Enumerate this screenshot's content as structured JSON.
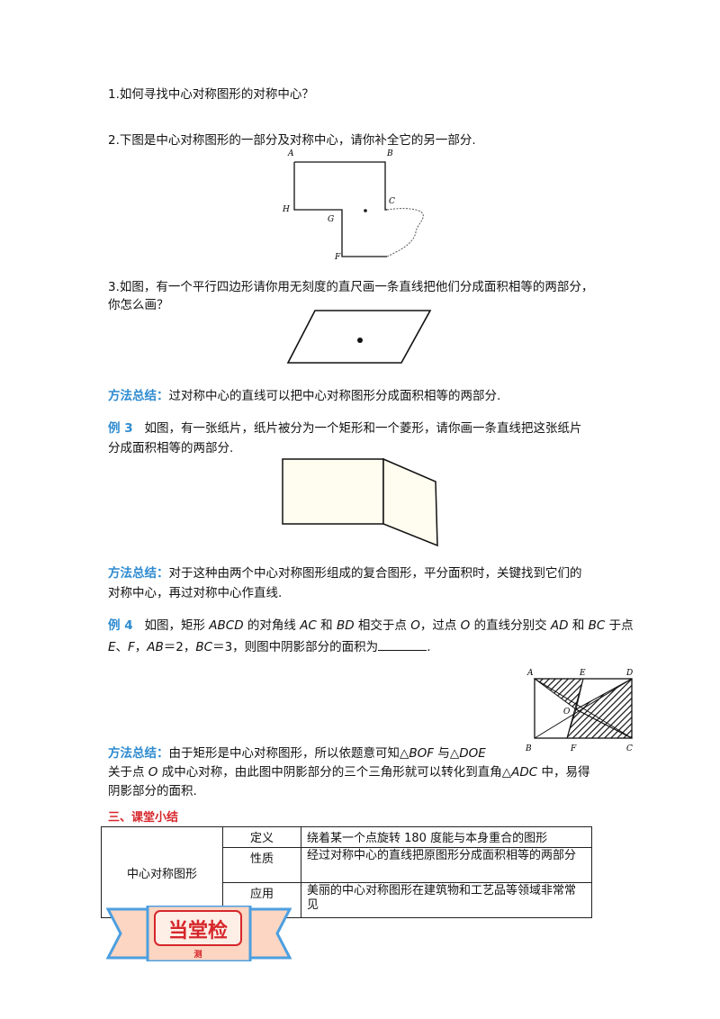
{
  "q1": "1.如何寻找中心对称图形的对称中心？",
  "q2": "2.下图是中心对称图形的一部分及对称中心，请你补全它的另一部分.",
  "fig1": {
    "A": "A",
    "B": "B",
    "C": "C",
    "H": "H",
    "G": "G",
    "F": "F"
  },
  "q3_line1": "3.如图，有一个平行四边形请你用无刻度的直尺画一条直线把他们分成面积相等的两部分，",
  "q3_line2": "你怎么画？",
  "method1": {
    "label": "方法总结：",
    "text": "过对称中心的直线可以把中心对称图形分成面积相等的两部分."
  },
  "ex3": {
    "label": "例 3",
    "line1": "如图，有一张纸片，纸片被分为一个矩形和一个菱形，请你画一条直线把这张纸片",
    "line2": "分成面积相等的两部分."
  },
  "method2": {
    "label": "方法总结：",
    "line1": "对于这种由两个中心对称图形组成的复合图形，平分面积时，关键找到它们的",
    "line2": "对称中心，再过对称中心作直线."
  },
  "ex4": {
    "label": "例 4",
    "p1": "如图，矩形 ",
    "abcd": "ABCD",
    "p2": " 的对角线 ",
    "ac": "AC",
    "p3": " 和 ",
    "bd": "BD",
    "p4": " 相交于点 ",
    "o": "O",
    "p5": "，过点 ",
    "o2": "O",
    "p6": " 的直线分别交 ",
    "ad": "AD",
    "p7": " 和 ",
    "bc": "BC",
    "p8": " 于点",
    "l2_e": "E",
    "l2_sep1": "、",
    "l2_f": "F",
    "l2_sep2": "，",
    "l2_ab": "AB",
    "l2_eq1": "＝2，",
    "l2_bc": "BC",
    "l2_eq2": "＝3，则图中阴影部分的面积为",
    "l2_end": "."
  },
  "fig4": {
    "A": "A",
    "E": "E",
    "D": "D",
    "O": "O",
    "B": "B",
    "F": "F",
    "C": "C"
  },
  "method3": {
    "label": "方法总结：",
    "t1": "由于矩形是中心对称图形，所以依题意可知△",
    "bof": "BOF",
    "t2": " 与△",
    "doe": "DOE",
    "l2a": "关于点 ",
    "o": "O",
    "l2b": " 成中心对称，由此图中阴影部分的三个三角形就可以转化到直角△",
    "adc": "ADC",
    "l2c": " 中，易得",
    "l3": "阴影部分的面积."
  },
  "summary": {
    "heading": "三、课堂小结",
    "main": "中心对称图形",
    "rows": [
      {
        "key": "定义",
        "value": "绕着某一个点旋转 180 度能与本身重合的图形"
      },
      {
        "key": "性质",
        "value": "经过对称中心的直线把原图形分成面积相等的两部分"
      },
      {
        "key": "应用",
        "value": "美丽的中心对称图形在建筑物和工艺品等领域非常常见"
      }
    ]
  },
  "banner": {
    "text": "当堂检",
    "sub": "测"
  },
  "colors": {
    "accent_blue": "#2e8bd0",
    "accent_red": "#d6262b",
    "banner_fill": "#fcd6c2",
    "banner_border": "#4d9fe0"
  }
}
